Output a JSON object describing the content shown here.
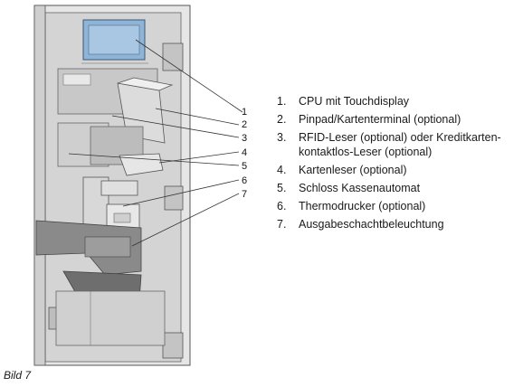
{
  "callouts": [
    "1",
    "2",
    "3",
    "4",
    "5",
    "6",
    "7"
  ],
  "legend": [
    {
      "num": "1.",
      "text": "CPU mit Touchdisplay"
    },
    {
      "num": "2.",
      "text": "Pinpad/Kartenterminal (optional)"
    },
    {
      "num": "3.",
      "text": "RFID-Leser (optional) oder Kreditkarten-kontaktlos-Leser (optional)"
    },
    {
      "num": "4.",
      "text": "Kartenleser (optional)"
    },
    {
      "num": "5.",
      "text": "Schloss Kassenautomat"
    },
    {
      "num": "6.",
      "text": "Thermodrucker (optional)"
    },
    {
      "num": "7.",
      "text": "Ausgabeschachtbeleuchtung"
    }
  ],
  "caption": "Bild 7",
  "colors": {
    "cpu_board": "#8fb4d6",
    "frame": "#d9d9d9",
    "panel": "#c9c9c9",
    "dark": "#7a7a7a"
  }
}
